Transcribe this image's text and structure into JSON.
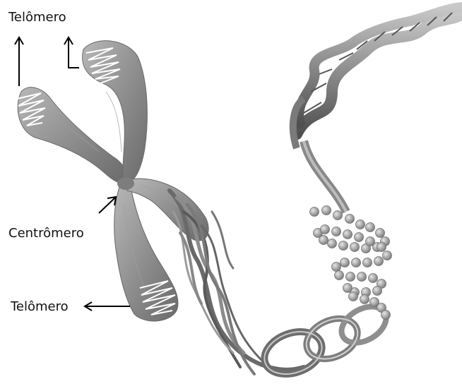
{
  "labels": {
    "telomere_top": "Telômero",
    "centromere": "Centrômero",
    "telomere_bottom": "Telômero"
  },
  "colors": {
    "chromosome_light": "#a9a9a9",
    "chromosome_mid": "#8d8d8d",
    "chromosome_dark": "#5e5e5e",
    "arrow": "#000000",
    "telomere_scribble": "#ffffff",
    "background": "#ffffff"
  }
}
